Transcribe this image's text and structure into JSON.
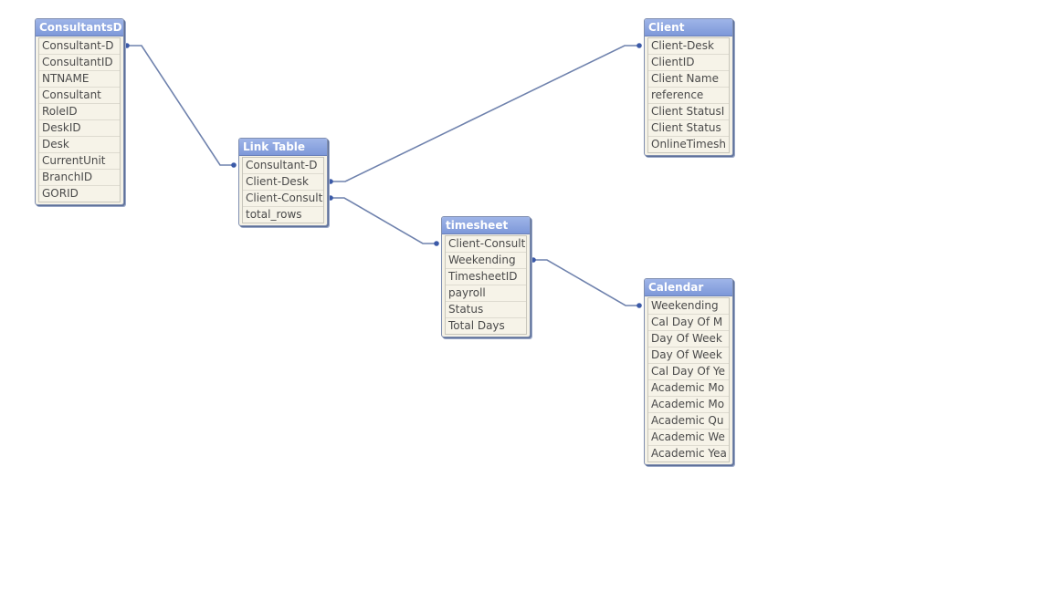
{
  "tables": {
    "consultants": {
      "title": "ConsultantsD",
      "fields": [
        "Consultant-D",
        "ConsultantID",
        "NTNAME",
        "Consultant",
        "RoleID",
        "DeskID",
        "Desk",
        "CurrentUnit",
        "BranchID",
        "GORID"
      ]
    },
    "link": {
      "title": "Link Table",
      "fields": [
        "Consultant-D",
        "Client-Desk",
        "Client-Consult",
        "total_rows"
      ]
    },
    "client": {
      "title": "Client",
      "fields": [
        "Client-Desk",
        "ClientID",
        "Client Name",
        "reference",
        "Client StatusI",
        "Client Status",
        "OnlineTimesh"
      ]
    },
    "timesheet": {
      "title": "timesheet",
      "fields": [
        "Client-Consult",
        "Weekending",
        "TimesheetID",
        "payroll",
        "Status",
        "Total Days"
      ]
    },
    "calendar": {
      "title": "Calendar",
      "fields": [
        "Weekending",
        "Cal Day Of M",
        "Day Of Week",
        "Day Of Week",
        "Cal Day Of Ye",
        "Academic Mo",
        "Academic Mo",
        "Academic Qu",
        "Academic We",
        "Academic Yea"
      ]
    }
  },
  "links": [
    {
      "from": "consultants",
      "from_field": "Consultant-D",
      "to": "link",
      "to_field": "Consultant-D"
    },
    {
      "from": "link",
      "from_field": "Client-Desk",
      "to": "client",
      "to_field": "Client-Desk"
    },
    {
      "from": "link",
      "from_field": "Client-Consult",
      "to": "timesheet",
      "to_field": "Client-Consult"
    },
    {
      "from": "timesheet",
      "from_field": "Weekending",
      "to": "calendar",
      "to_field": "Weekending"
    }
  ],
  "colors": {
    "header": "#7d98d9",
    "link_line": "#6f82ad",
    "field_bg": "#f6f3e8"
  }
}
